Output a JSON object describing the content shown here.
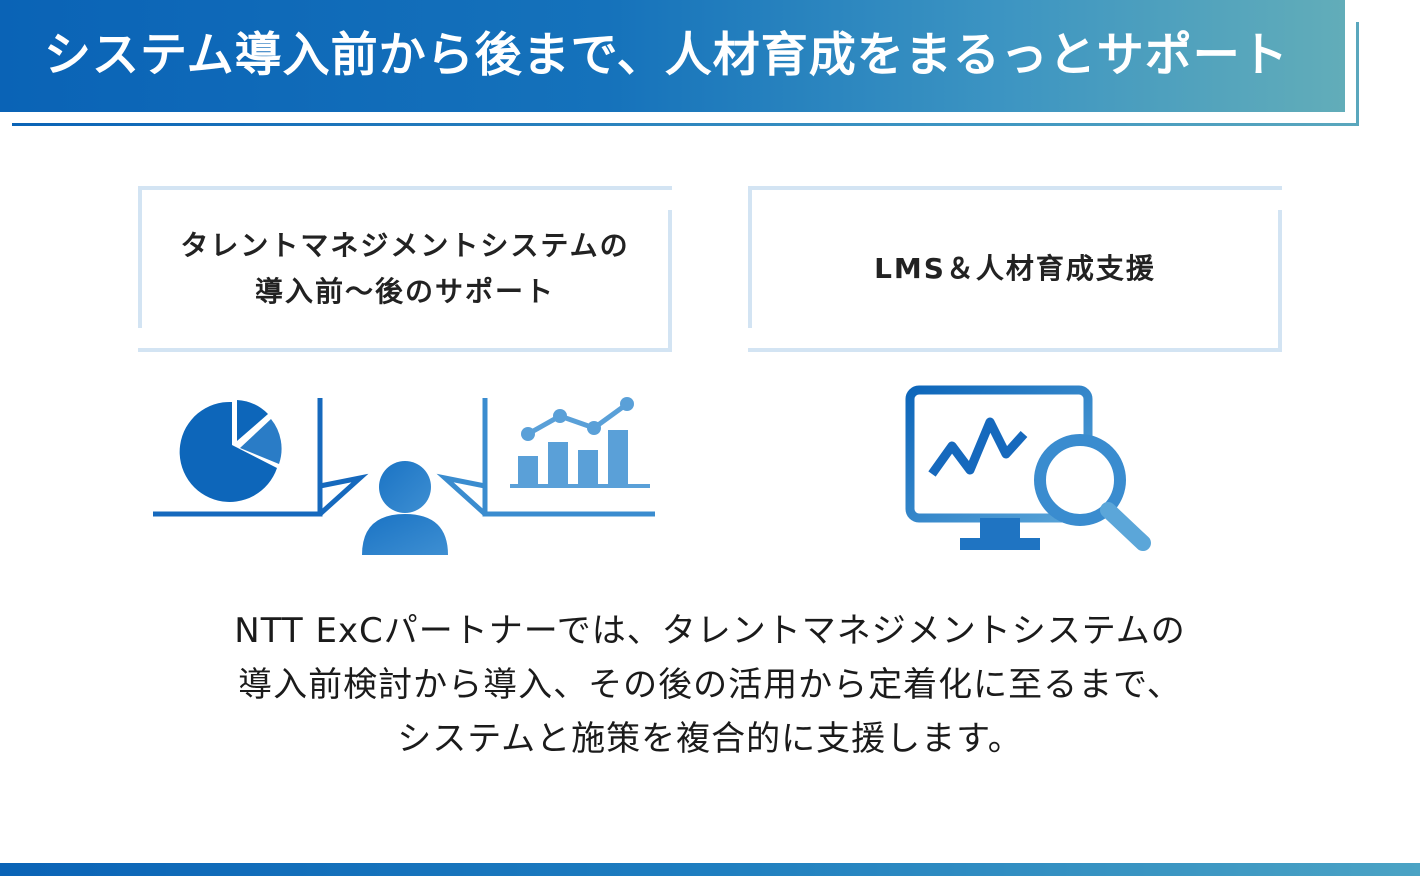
{
  "banner": {
    "title": "システム導入前から後まで、人材育成をまるっとサポート"
  },
  "cards": [
    {
      "lines": [
        "タレントマネジメントシステムの",
        "導入前～後のサポート"
      ]
    },
    {
      "lines": [
        "LMS＆人材育成支援"
      ]
    }
  ],
  "icons": {
    "left": [
      "pie-chart-icon",
      "person-icon",
      "bar-line-chart-icon"
    ],
    "right": [
      "monitor-chart-magnifier-icon"
    ]
  },
  "description": {
    "lines": [
      "NTT ExCパートナーでは、タレントマネジメントシステムの",
      "導入前検討から導入、その後の活用から定着化に至るまで、",
      "システムと施策を複合的に支援します。"
    ]
  },
  "colors": {
    "primary": "#0a63b6",
    "accent": "#62adb9",
    "icon_light": "#5aa0d8",
    "card_border": "#d3e4f3"
  }
}
